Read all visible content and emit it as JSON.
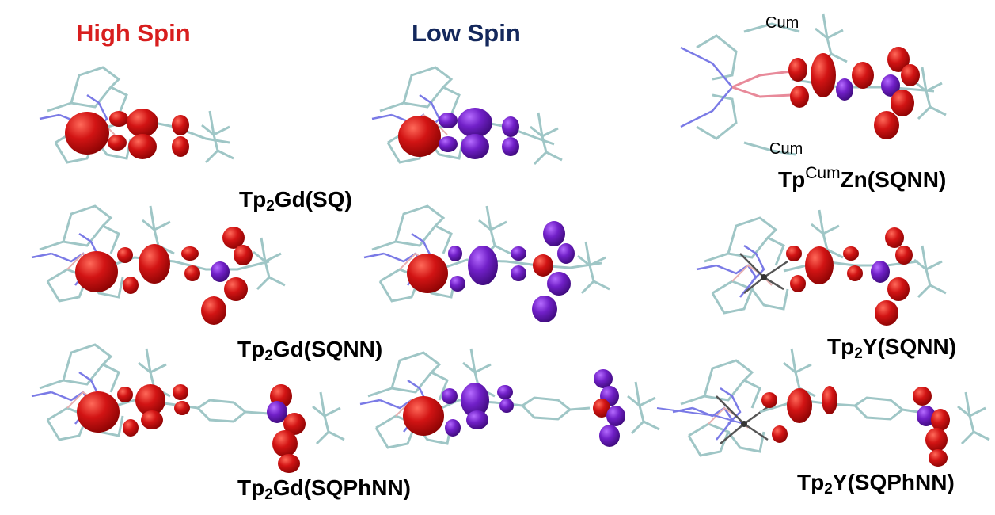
{
  "headers": {
    "high_spin": "High Spin",
    "low_spin": "Low Spin"
  },
  "captions": {
    "row1_gd": {
      "a": "Tp",
      "sub": "2",
      "b": "Gd(SQ)"
    },
    "row1_zn": {
      "a": "Tp",
      "sup": "Cum",
      "b": "Zn(SQNN)"
    },
    "row2_gd": {
      "a": "Tp",
      "sub": "2",
      "b": "Gd(SQNN)"
    },
    "row2_y": {
      "a": "Tp",
      "sub": "2",
      "b": "Y(SQNN)"
    },
    "row3_gd": {
      "a": "Tp",
      "sub": "2",
      "b": "Gd(SQPhNN)"
    },
    "row3_y": {
      "a": "Tp",
      "sub": "2",
      "b": "Y(SQPhNN)"
    }
  },
  "cum_labels": {
    "top": "Cum",
    "bottom": "Cum"
  },
  "colors": {
    "high_spin": "#d81e1e",
    "low_spin": "#14285c",
    "spin_up": "#cc0f0f",
    "spin_down": "#6a1fc4",
    "bond": "#9fc6c6",
    "n_atom": "#7a7ae6"
  }
}
